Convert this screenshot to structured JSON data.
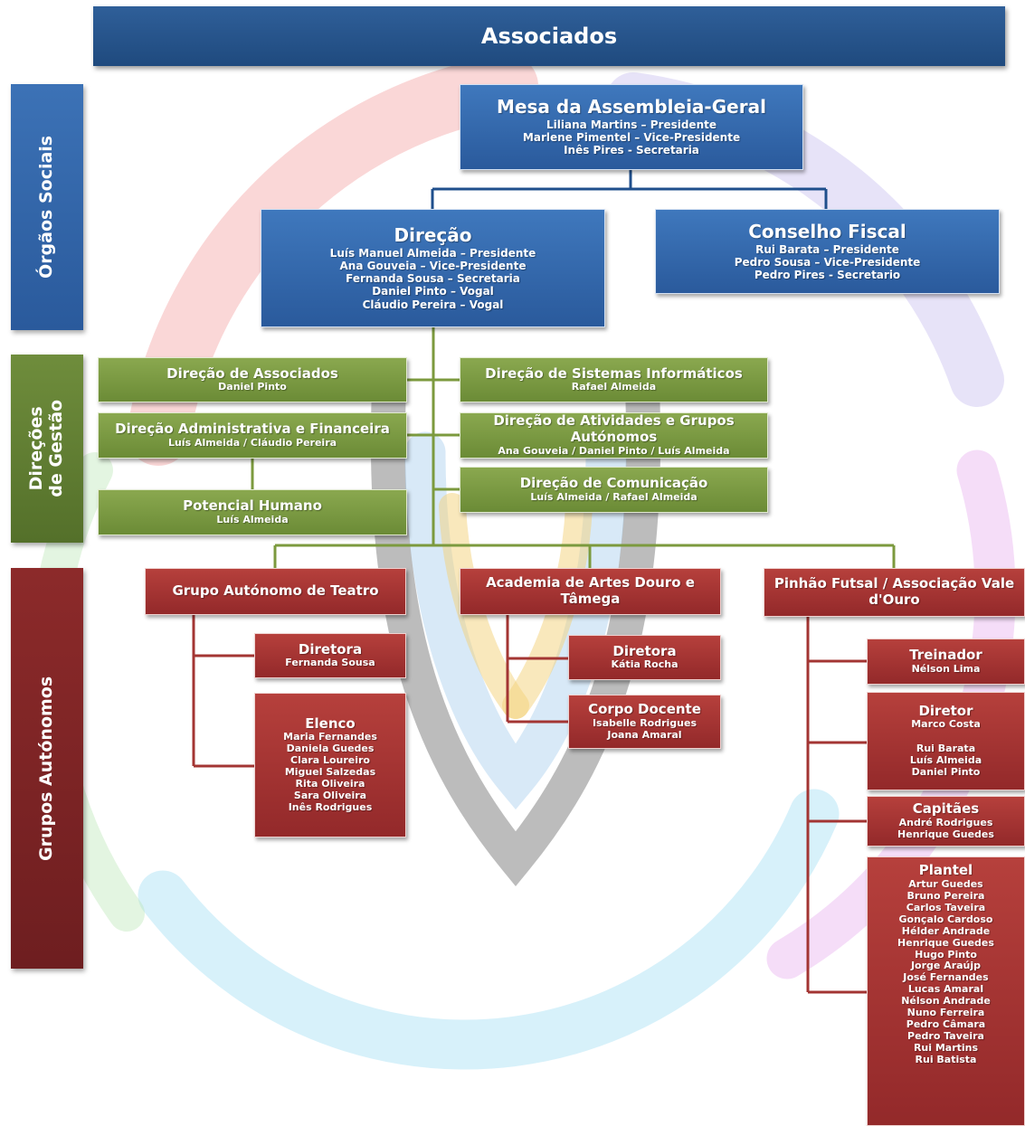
{
  "header": {
    "title": "Associados"
  },
  "sections": {
    "orgaos": "Órgãos Sociais",
    "direcoes_l1": "Direções",
    "direcoes_l2": "de Gestão",
    "grupos": "Grupos Autónomos"
  },
  "colors": {
    "blue": "#2f5f99",
    "green": "#6f8d3c",
    "red": "#a33533"
  },
  "mesa": {
    "title": "Mesa da Assembleia-Geral",
    "members": [
      "Liliana Martins – Presidente",
      "Marlene Pimentel – Vice-Presidente",
      "Inês Pires - Secretaria"
    ]
  },
  "direcao": {
    "title": "Direção",
    "members": [
      "Luís Manuel Almeida – Presidente",
      "Ana Gouveia – Vice-Presidente",
      "Fernanda Sousa – Secretaria",
      "Daniel Pinto – Vogal",
      "Cláudio Pereira – Vogal"
    ]
  },
  "conselho": {
    "title": "Conselho Fiscal",
    "members": [
      "Rui Barata – Presidente",
      "Pedro Sousa – Vice-Presidente",
      "Pedro Pires - Secretario"
    ]
  },
  "gestao": {
    "associados": {
      "title": "Direção de Associados",
      "sub": "Daniel Pinto"
    },
    "sistemas": {
      "title": "Direção de Sistemas Informáticos",
      "sub": "Rafael Almeida"
    },
    "administrativa": {
      "title": "Direção Administrativa e Financeira",
      "sub": "Luís Almeida / Cláudio Pereira"
    },
    "atividades": {
      "title": "Direção de Atividades e Grupos Autónomos",
      "sub": "Ana Gouveia / Daniel Pinto / Luís Almeida"
    },
    "comunicacao": {
      "title": "Direção de Comunicação",
      "sub": "Luís Almeida / Rafael Almeida"
    },
    "potencial": {
      "title": "Potencial Humano",
      "sub": "Luís Almeida"
    }
  },
  "teatro": {
    "title": "Grupo Autónomo de Teatro",
    "diretora": {
      "title": "Diretora",
      "sub": "Fernanda Sousa"
    },
    "elenco": {
      "title": "Elenco",
      "members": [
        "Maria Fernandes",
        "Daniela Guedes",
        "Clara Loureiro",
        "Miguel Salzedas",
        "Rita Oliveira",
        "Sara Oliveira",
        "Inês Rodrigues"
      ]
    }
  },
  "academia": {
    "title": "Academia de Artes Douro e Tâmega",
    "diretora": {
      "title": "Diretora",
      "sub": "Kátia Rocha"
    },
    "docente": {
      "title": "Corpo Docente",
      "members": [
        "Isabelle Rodrigues",
        "Joana Amaral"
      ]
    }
  },
  "futsal": {
    "title_l1": "Pinhão Futsal / Associação Vale",
    "title_l2": "d'Ouro",
    "treinador": {
      "title": "Treinador",
      "sub": "Nélson Lima"
    },
    "diretor": {
      "title": "Diretor",
      "sub": "Marco Costa",
      "members": [
        "Rui Barata",
        "Luís Almeida",
        "Daniel Pinto"
      ]
    },
    "capitaes": {
      "title": "Capitães",
      "members": [
        "André Rodrigues",
        "Henrique Guedes"
      ]
    },
    "plantel": {
      "title": "Plantel",
      "members": [
        "Artur Guedes",
        "Bruno Pereira",
        "Carlos Taveira",
        "Gonçalo Cardoso",
        "Hélder Andrade",
        "Henrique Guedes",
        "Hugo Pinto",
        "Jorge Araújp",
        "José Fernandes",
        "Lucas Amaral",
        "Nélson Andrade",
        "Nuno Ferreira",
        "Pedro Câmara",
        "Pedro Taveira",
        "Rui Martins",
        "Rui Batista"
      ]
    }
  }
}
